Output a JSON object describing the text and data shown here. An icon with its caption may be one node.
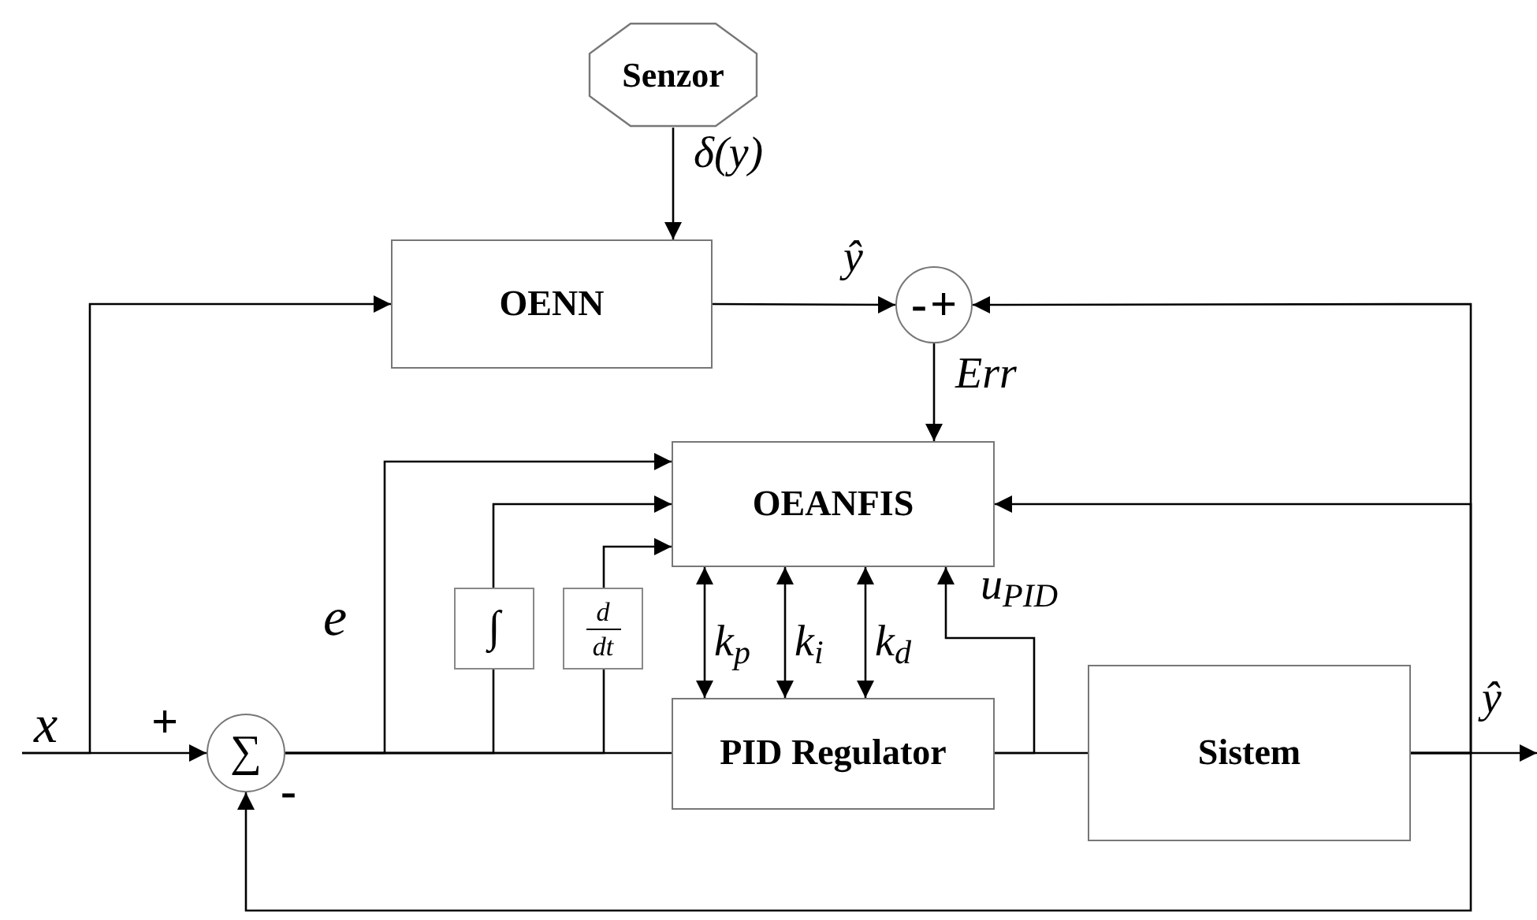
{
  "diagram": {
    "nodes": [
      {
        "text": [
          "Senzor"
        ]
      },
      {
        "text": [
          "OENN"
        ]
      },
      {
        "text": [
          "-",
          "+"
        ]
      },
      {
        "text": [
          "OEANFIS"
        ]
      },
      {
        "text": [
          "x"
        ]
      },
      {
        "text": [
          "∑"
        ]
      },
      {
        "text": [
          "∫"
        ]
      },
      {
        "text": [
          "d",
          "dt"
        ]
      },
      {
        "text": [
          "PID Regulator"
        ]
      },
      {
        "text": [
          "Sistem"
        ]
      }
    ],
    "edges": [
      {
        "from": 0,
        "to": 1,
        "arrow": "to",
        "label": "δ(y)"
      },
      {
        "from": 4,
        "to": 1,
        "arrow": "to"
      },
      {
        "from": 1,
        "to": 2,
        "arrow": "to",
        "label": "ŷ"
      },
      {
        "from": 9,
        "to": 2,
        "arrow": "to"
      },
      {
        "from": 2,
        "to": 3,
        "arrow": "to",
        "label": "Err"
      },
      {
        "from": 4,
        "to": 5,
        "arrow": "to"
      },
      {
        "from": 5,
        "to": 3,
        "arrow": "to",
        "label": "e"
      },
      {
        "from": 5,
        "to": 6,
        "arrow": "none"
      },
      {
        "from": 6,
        "to": 3,
        "arrow": "to"
      },
      {
        "from": 5,
        "to": 7,
        "arrow": "none"
      },
      {
        "from": 7,
        "to": 3,
        "arrow": "to"
      },
      {
        "from": 5,
        "to": 8,
        "arrow": "none"
      },
      {
        "from": 3,
        "to": 8,
        "arrow": "both",
        "label": "k$_{p}$"
      },
      {
        "from": 3,
        "to": 8,
        "arrow": "both",
        "label": "k$_{i}$"
      },
      {
        "from": 3,
        "to": 8,
        "arrow": "both",
        "label": "k$_{d}$"
      },
      {
        "from": 8,
        "to": 3,
        "arrow": "to",
        "label": "u$_{PID}$"
      },
      {
        "from": 8,
        "to": 9,
        "arrow": "none"
      },
      {
        "from": 9,
        "to": null,
        "arrow": "to",
        "label": "ŷ"
      },
      {
        "from": 9,
        "to": 3,
        "arrow": "to"
      },
      {
        "from": 9,
        "to": 5,
        "arrow": "to"
      }
    ],
    "labels": [
      "+",
      "-"
    ]
  }
}
